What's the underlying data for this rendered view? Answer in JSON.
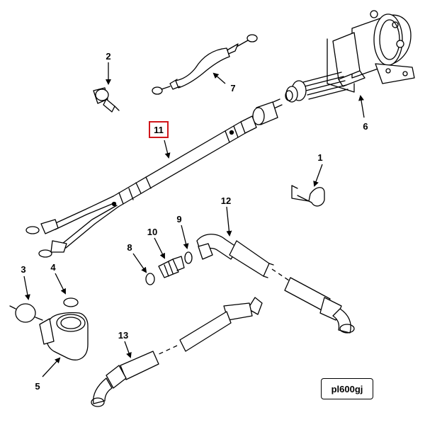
{
  "diagram": {
    "callouts": {
      "c1": "1",
      "c2": "2",
      "c3": "3",
      "c4": "4",
      "c5": "5",
      "c6": "6",
      "c7": "7",
      "c8": "8",
      "c9": "9",
      "c10": "10",
      "c11": "11",
      "c12": "12",
      "c13": "13"
    },
    "highlighted_callout": "11",
    "highlight_color": "#d0161b",
    "reference_label": "pl600gj"
  }
}
